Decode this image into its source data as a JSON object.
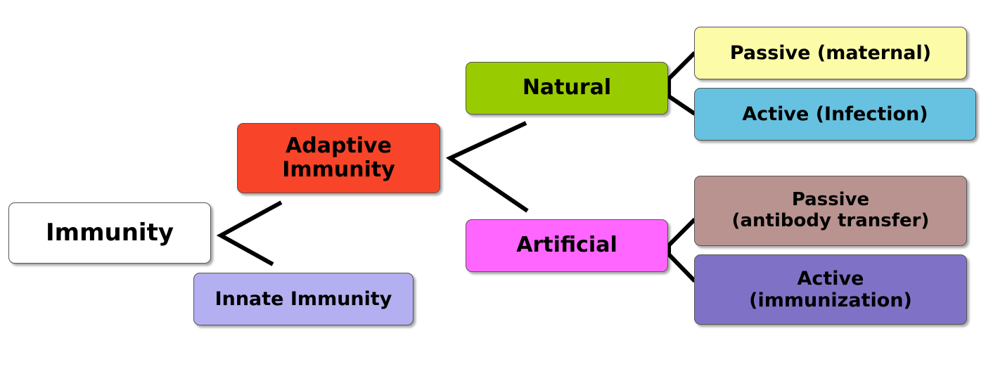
{
  "nodes": {
    "immunity": {
      "label": "Immunity",
      "color": "#ffffff"
    },
    "adaptive": {
      "label": "Adaptive\nImmunity",
      "color": "#f84428"
    },
    "innate": {
      "label": "Innate Immunity",
      "color": "#b3aff0"
    },
    "natural": {
      "label": "Natural",
      "color": "#99cc00"
    },
    "artificial": {
      "label": "Artificial",
      "color": "#ff66ff"
    },
    "passive_maternal": {
      "label": "Passive (maternal)",
      "color": "#fbfba8"
    },
    "active_infection": {
      "label": "Active (Infection)",
      "color": "#66c2e0"
    },
    "passive_antibody": {
      "label": "Passive\n(antibody transfer)",
      "color": "#b8938f"
    },
    "active_immunization": {
      "label": "Active\n(immunization)",
      "color": "#7f72c6"
    }
  }
}
